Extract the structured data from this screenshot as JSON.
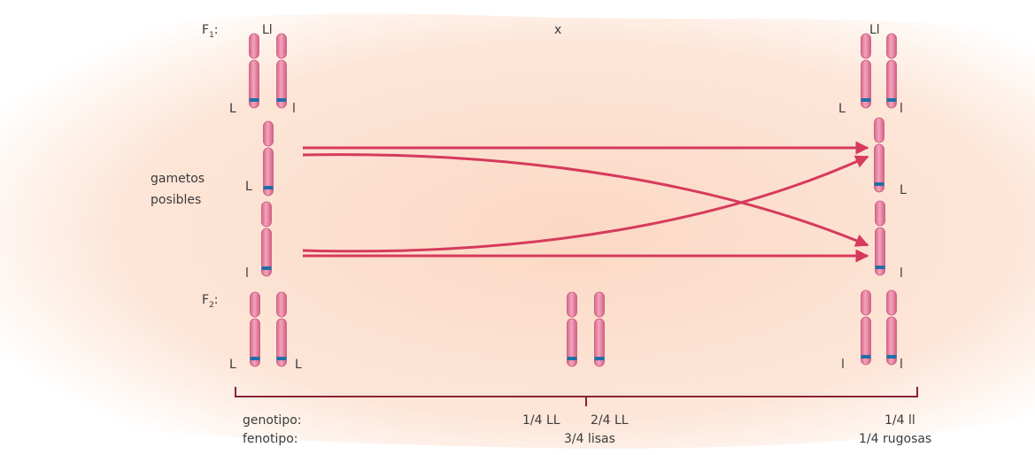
{
  "colors": {
    "background_wash": "#fbe0d0",
    "chromosome": "#e98aa6",
    "chromosome_edge": "#c9577c",
    "band": "#1f6fa8",
    "arrow": "#d63a5c",
    "bracket": "#8a2432"
  },
  "labels": {
    "f1": "F",
    "f1_sub": "1",
    "f1_colon": ":",
    "f2": "F",
    "f2_sub": "2",
    "f2_colon": ":",
    "parent_left_genotype": "Ll",
    "cross": "x",
    "parent_right_genotype": "Ll",
    "gametes_line1": "gametos",
    "gametes_line2": "posibles",
    "allele_L": "L",
    "allele_l": "l"
  },
  "results": {
    "genotype_label": "genotipo:",
    "phenotype_label": "fenotipo:",
    "geno_LL": "1/4  LL",
    "geno_Ll": "2/4  LL",
    "pheno_dominant": "3/4 lisas",
    "geno_ll": "1/4  ll",
    "pheno_recessive": "1/4 rugosas"
  }
}
